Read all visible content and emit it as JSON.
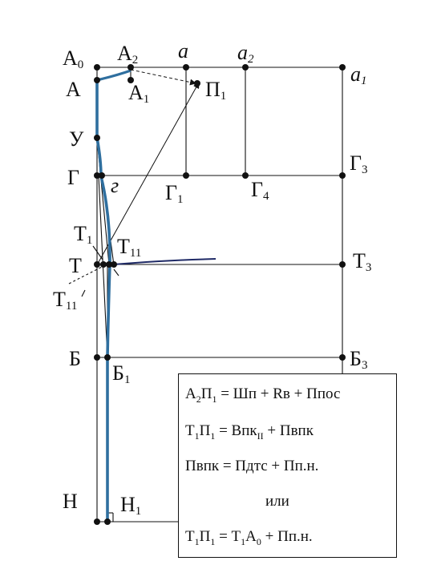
{
  "labels": {
    "A0": "А",
    "A0_sub": "0",
    "A2": "А",
    "A2_sub": "2",
    "a": "a",
    "a2": "a",
    "a2_sub": "2",
    "a1": "a",
    "a1_sub": "1",
    "A": "А",
    "A1": "А",
    "A1_sub": "1",
    "P1": "П",
    "P1_sub": "1",
    "U": "У",
    "G": "Г",
    "g": "г",
    "G1": "Г",
    "G1_sub": "1",
    "G4": "Г",
    "G4_sub": "4",
    "G3": "Г",
    "G3_sub": "3",
    "T1": "Т",
    "T1_sub": "1",
    "T11": "Т",
    "T11_sub": "11",
    "T": "Т",
    "T3": "Т",
    "T3_sub": "3",
    "T11b": "Т",
    "T11b_sub": "11",
    "B": "Б",
    "B1": "Б",
    "B1_sub": "1",
    "B3": "Б",
    "B3_sub": "3",
    "H": "Н",
    "H1": "Н",
    "H1_sub": "1"
  },
  "formulas": {
    "f0": {
      "pre": "А",
      "s1": "2",
      "mid": "П",
      "s2": "1",
      "rest": " = Шп + Rв + Ппос"
    },
    "f1": {
      "pre": "Т",
      "s1": "1",
      "mid": "П",
      "s2": "1",
      "rest": " = Впк",
      "s3": "II",
      "tail": " + Пвпк"
    },
    "f2": {
      "text": "Пвпк = Пдтс + Пп.н."
    },
    "f3": {
      "text": "или"
    },
    "f4": {
      "pre": "Т",
      "s1": "1",
      "mid": "П",
      "s2": "1",
      "rest": " = Т",
      "s3": "1",
      "mid2": "А",
      "s4": "0",
      "tail": " + Пп.н."
    }
  },
  "colors": {
    "line": "#111111",
    "curve": "#2f6f9f",
    "dark_curve": "#1f2a66"
  }
}
